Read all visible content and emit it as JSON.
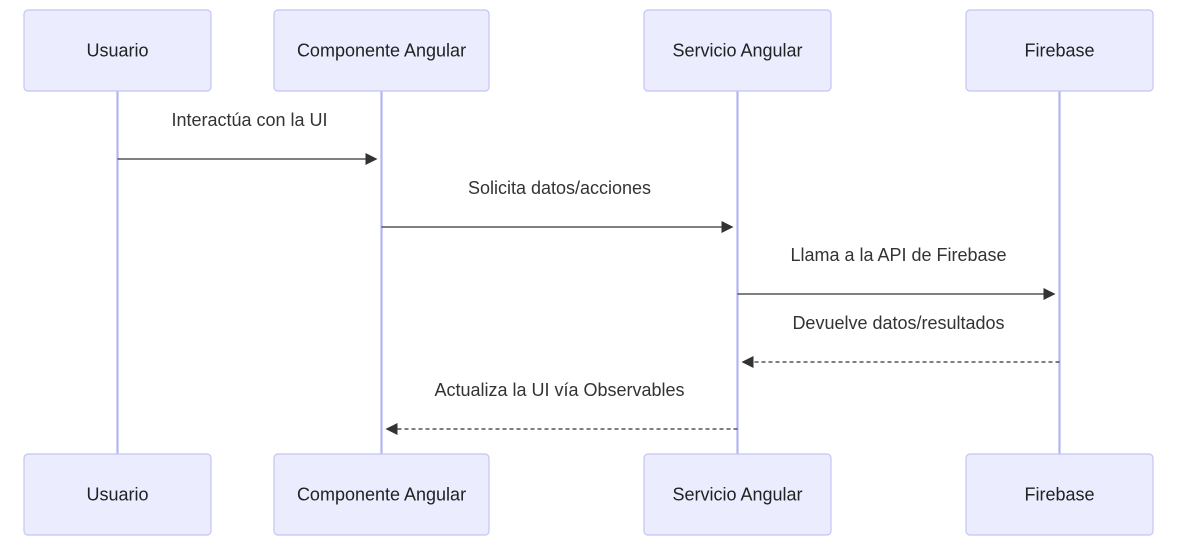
{
  "participants": [
    {
      "id": "usuario",
      "label": "Usuario"
    },
    {
      "id": "componente",
      "label": "Componente Angular"
    },
    {
      "id": "servicio",
      "label": "Servicio Angular"
    },
    {
      "id": "firebase",
      "label": "Firebase"
    }
  ],
  "messages": [
    {
      "from": 0,
      "to": 1,
      "label": "Interactúa con la UI",
      "style": "solid"
    },
    {
      "from": 1,
      "to": 2,
      "label": "Solicita datos/acciones",
      "style": "solid"
    },
    {
      "from": 2,
      "to": 3,
      "label": "Llama a la API de Firebase",
      "style": "solid"
    },
    {
      "from": 3,
      "to": 2,
      "label": "Devuelve datos/resultados",
      "style": "dashed"
    },
    {
      "from": 2,
      "to": 1,
      "label": "Actualiza la UI vía Observables",
      "style": "dashed"
    }
  ],
  "colors": {
    "actor_fill": "#ececff",
    "actor_stroke": "#c4c4f5",
    "lifeline": "#b4b4f0",
    "message": "#333333"
  }
}
